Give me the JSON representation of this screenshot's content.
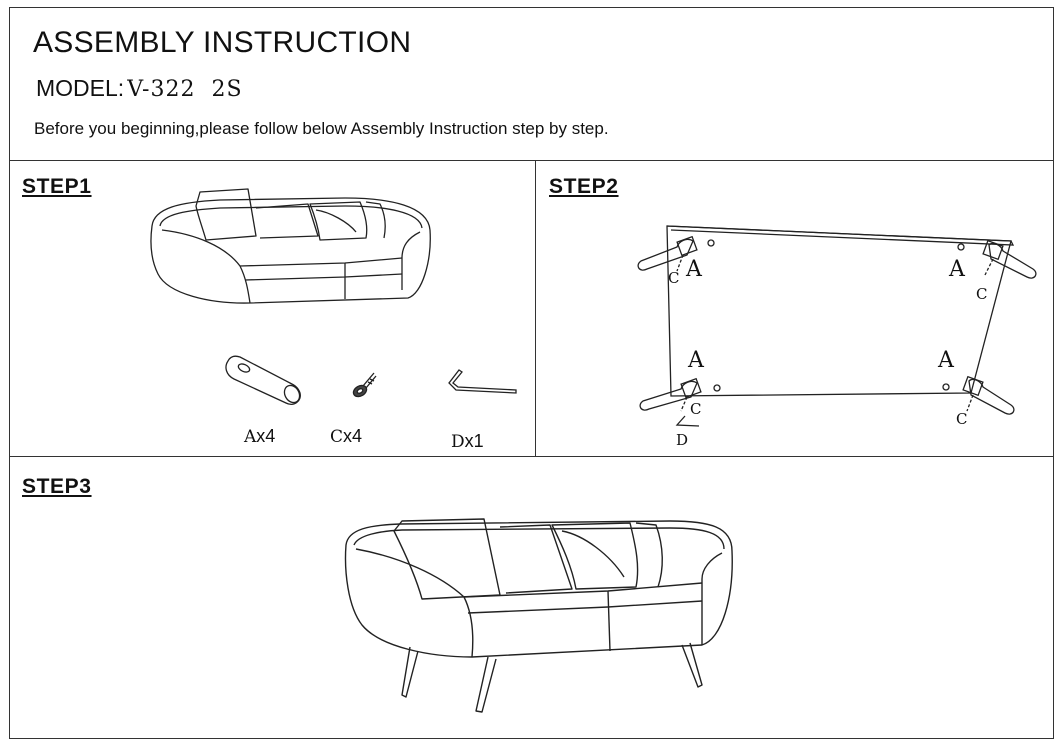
{
  "document": {
    "title": "ASSEMBLY INSTRUCTION",
    "model_label": "MODEL:",
    "model_value": "V-322  2S",
    "intro": "Before you beginning,please follow below Assembly Instruction step by step."
  },
  "steps": {
    "step1": {
      "label": "STEP1",
      "parts": [
        {
          "letter": "A",
          "qty": "x4"
        },
        {
          "letter": "C",
          "qty": "x4"
        },
        {
          "letter": "D",
          "qty": "x1"
        }
      ]
    },
    "step2": {
      "label": "STEP2",
      "leg_label": "A",
      "screw_label": "C",
      "key_label": "D"
    },
    "step3": {
      "label": "STEP3"
    }
  },
  "colors": {
    "line": "#222222",
    "border": "#333333",
    "background": "#ffffff"
  }
}
